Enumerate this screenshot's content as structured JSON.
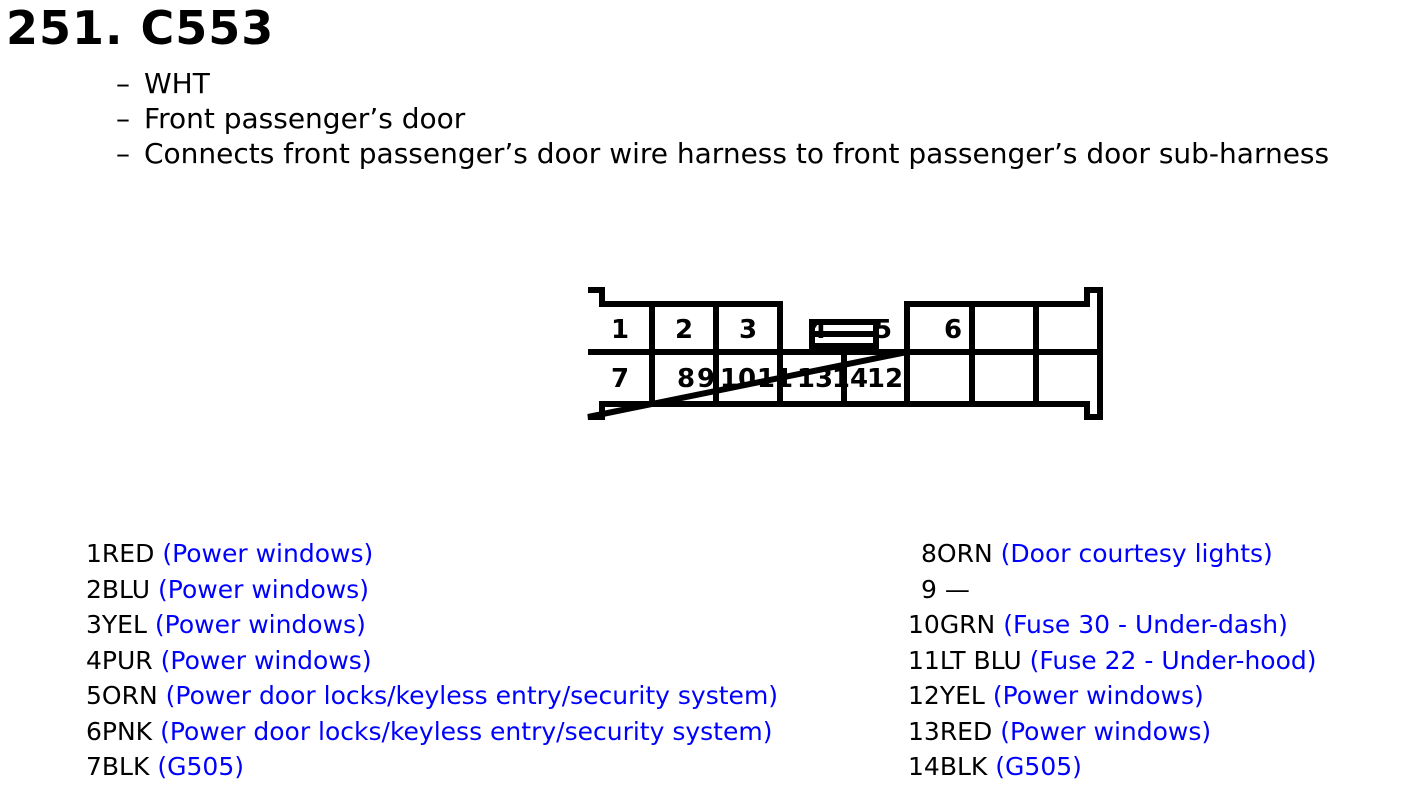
{
  "connector": {
    "title": "251. C553",
    "details": [
      "WHT",
      "Front passenger’s door",
      "Connects front passenger’s door wire harness to front passenger’s door sub-harness"
    ],
    "dash": "–"
  },
  "diagram": {
    "top_row": [
      "1",
      "2",
      "3",
      "4",
      "5",
      "6"
    ],
    "bottom_row": [
      "7",
      "8",
      "9",
      "10",
      "11",
      "13",
      "14",
      "12"
    ]
  },
  "pins_left": [
    {
      "num": "1",
      "wire": "RED",
      "desc": "(Power windows)"
    },
    {
      "num": "2",
      "wire": "BLU",
      "desc": "(Power windows)"
    },
    {
      "num": "3",
      "wire": "YEL",
      "desc": "(Power windows)"
    },
    {
      "num": "4",
      "wire": "PUR",
      "desc": "(Power windows)"
    },
    {
      "num": "5",
      "wire": "ORN",
      "desc": "(Power door locks/keyless entry/security system)"
    },
    {
      "num": "6",
      "wire": "PNK",
      "desc": "(Power door locks/keyless entry/security system)"
    },
    {
      "num": "7",
      "wire": "BLK",
      "desc": "(G505)"
    }
  ],
  "pins_right": [
    {
      "num": "8",
      "wire": "ORN",
      "desc": "(Door courtesy lights)"
    },
    {
      "num": "9",
      "wire": " —",
      "desc": ""
    },
    {
      "num": "10",
      "wire": "GRN",
      "desc": "(Fuse 30 - Under-dash)"
    },
    {
      "num": "11",
      "wire": "LT BLU",
      "desc": "(Fuse 22 - Under-hood)"
    },
    {
      "num": "12",
      "wire": "YEL",
      "desc": "(Power windows)"
    },
    {
      "num": "13",
      "wire": "RED",
      "desc": "(Power windows)"
    },
    {
      "num": "14",
      "wire": "BLK",
      "desc": "(G505)"
    }
  ]
}
